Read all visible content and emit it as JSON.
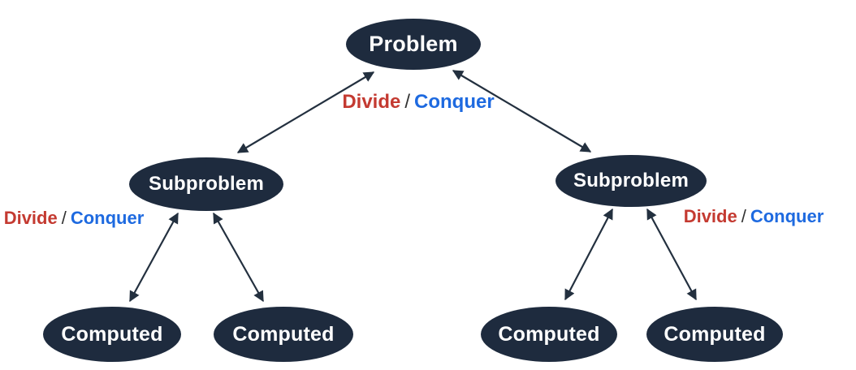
{
  "diagram": {
    "nodes": {
      "problem": {
        "label": "Problem"
      },
      "subproblem_left": {
        "label": "Subproblem"
      },
      "subproblem_right": {
        "label": "Subproblem"
      },
      "computed_1": {
        "label": "Computed"
      },
      "computed_2": {
        "label": "Computed"
      },
      "computed_3": {
        "label": "Computed"
      },
      "computed_4": {
        "label": "Computed"
      }
    },
    "edge_labels": {
      "top": {
        "divide": "Divide",
        "separator": "/",
        "conquer": "Conquer"
      },
      "left": {
        "divide": "Divide",
        "separator": "/",
        "conquer": "Conquer"
      },
      "right": {
        "divide": "Divide",
        "separator": "/",
        "conquer": "Conquer"
      }
    },
    "colors": {
      "node_fill": "#1e2b3e",
      "node_text": "#ffffff",
      "arrow": "#23303f",
      "divide_red": "#c43a31",
      "conquer_blue": "#1e6ae0",
      "slash": "#333333",
      "background": "#ffffff"
    }
  }
}
